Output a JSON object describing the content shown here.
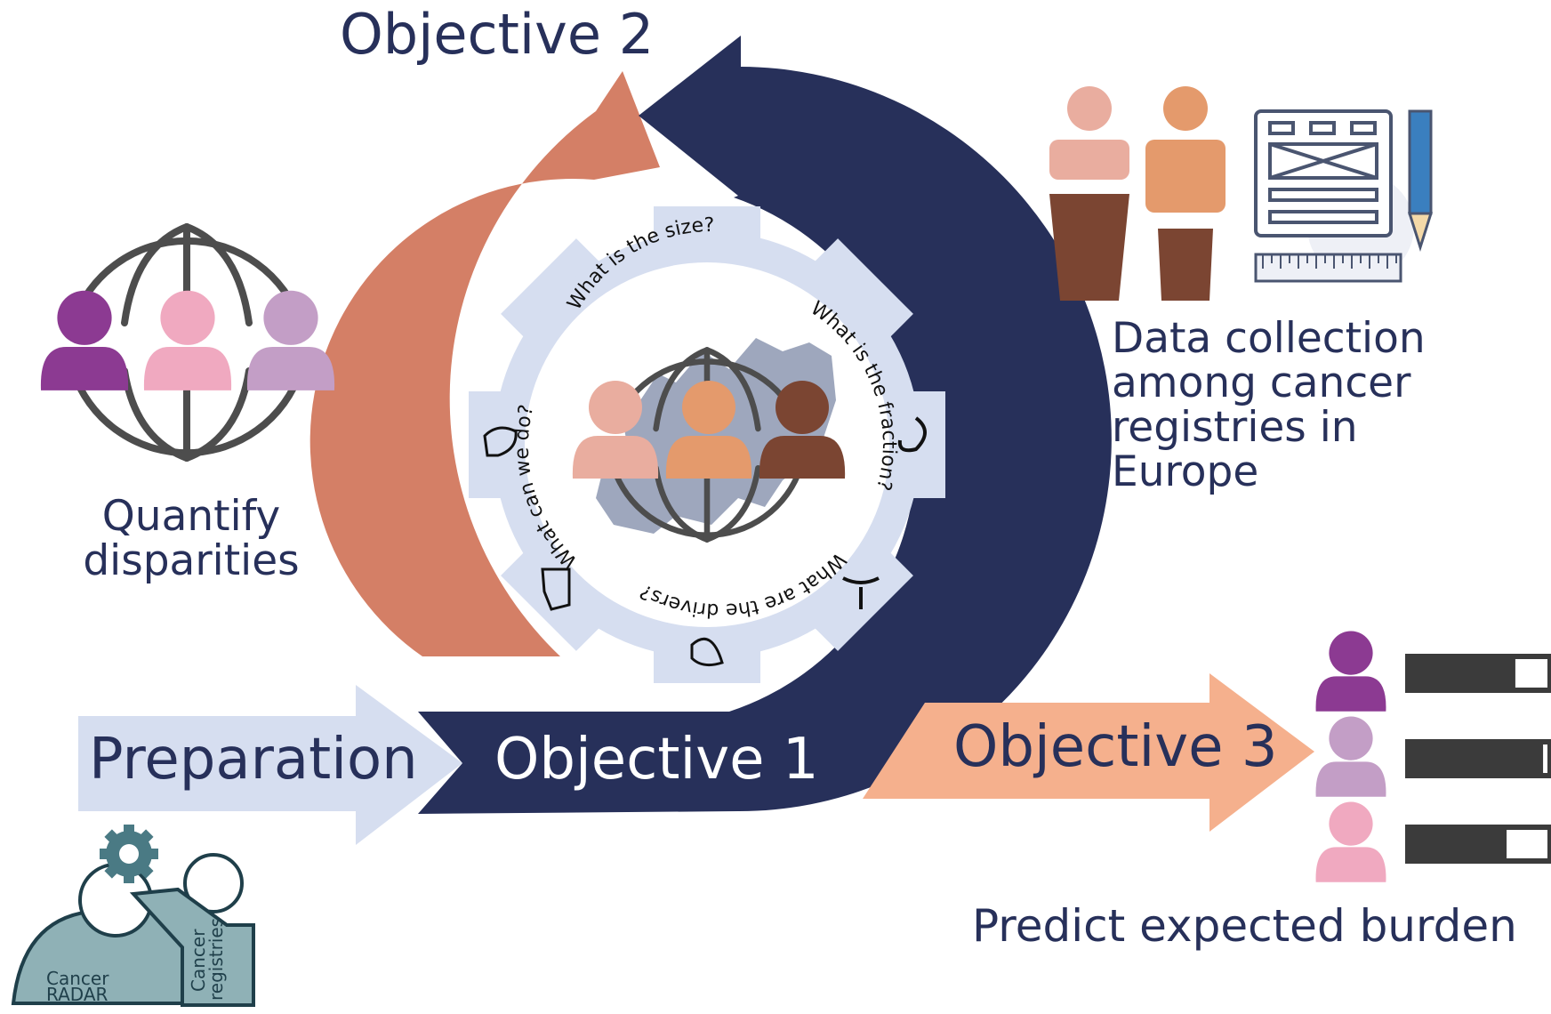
{
  "labels": {
    "objective_2": "Objective 2",
    "objective_1": "Objective 1",
    "objective_3": "Objective 3",
    "preparation": "Preparation",
    "quantify_line1": "Quantify",
    "quantify_line2": "disparities",
    "data_line1": "Data collection",
    "data_line2": "among cancer",
    "data_line3": "registries in",
    "data_line4": "Europe",
    "predict": "Predict expected burden"
  },
  "gear_questions": {
    "top": "What is the size?",
    "right": "What is the fraction?",
    "bottom": "What are the drivers?",
    "left": "What can we do?"
  },
  "logo": {
    "line1": "Cancer",
    "line2": "RADAR",
    "registries_line1": "Cancer",
    "registries_line2": "registries"
  },
  "colors": {
    "navy": "#27305a",
    "salmon": "#d47f66",
    "peach_arrow": "#f5b08d",
    "light_blue": "#d6def0",
    "purple": "#8c3a92",
    "pink": "#f0a9c0",
    "lavender": "#c39ec6",
    "skin_light": "#e9ad9f",
    "skin_mid": "#e49a6c",
    "skin_dark": "#7b4532",
    "teal": "#4a7a84"
  },
  "icons": [
    "globe-icon",
    "person-icon",
    "form-icon",
    "pencil-icon",
    "ruler-icon",
    "gear-icon",
    "organ-icon"
  ],
  "burden_bars": [
    0.22,
    0.03,
    0.28
  ]
}
